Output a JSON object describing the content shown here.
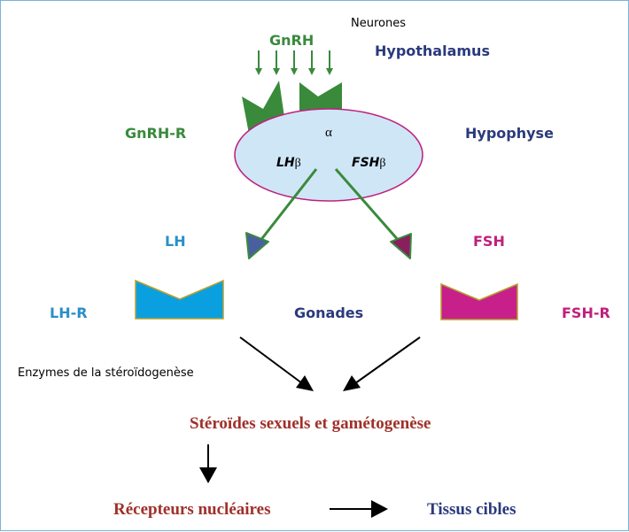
{
  "labels": {
    "neurones": "Neurones",
    "gnrh": "GnRH",
    "hypothalamus": "Hypothalamus",
    "gnrh_r": "GnRH-R",
    "alpha": "α",
    "hypophyse": "Hypophyse",
    "lh_beta_italic": "LH",
    "fsh_beta_italic": "FSH",
    "beta": "β",
    "lh": "LH",
    "fsh": "FSH",
    "lh_r": "LH-R",
    "gonades": "Gonades",
    "fsh_r": "FSH-R",
    "enzymes": "Enzymes de la stéroïdogenèse",
    "steroides": "Stéroïdes sexuels et gamétogenèse",
    "recepteurs": "Récepteurs nucléaires",
    "tissus": "Tissus cibles"
  },
  "colors": {
    "green": "#3a8a3c",
    "navy": "#2a3a7c",
    "cyan": "#2a8fc8",
    "magenta": "#c0207e",
    "dark_red": "#a0302a",
    "ellipse_fill": "#cfe6f6",
    "ellipse_stroke": "#c0207e"
  }
}
